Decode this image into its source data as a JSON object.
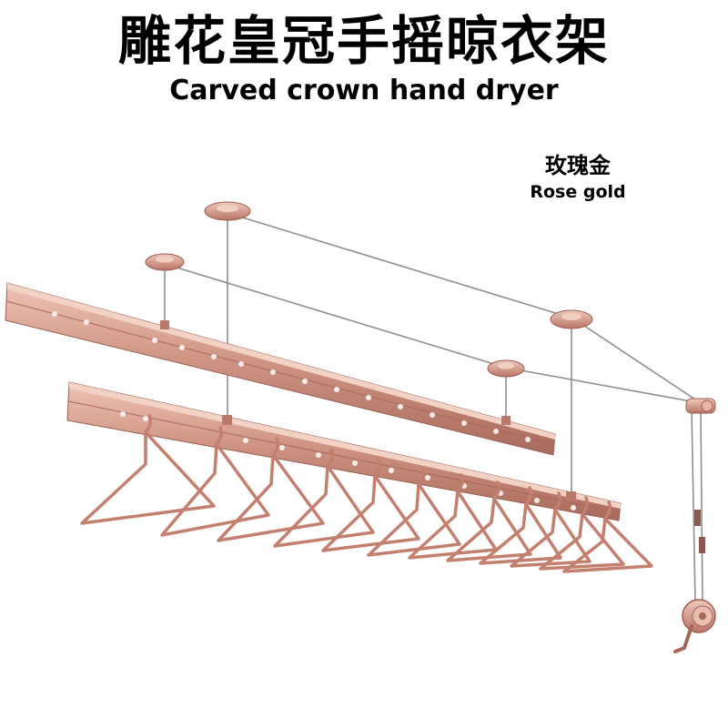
{
  "title": {
    "chinese": "雕花皇冠手摇晾衣架",
    "english": "Carved crown hand dryer"
  },
  "color_label": {
    "chinese": "玫瑰金",
    "english": "Rose gold"
  },
  "colors": {
    "rose_gold": "#c98a78",
    "rose_gold_dark": "#a5665a",
    "rose_gold_light": "#e6b7a8",
    "cable": "#8f8f8f"
  },
  "icons": {
    "product": "clothes-drying-rack",
    "crank": "hand-crank-winder"
  },
  "product": {
    "rod_count": 2,
    "hanger_count": 12
  }
}
